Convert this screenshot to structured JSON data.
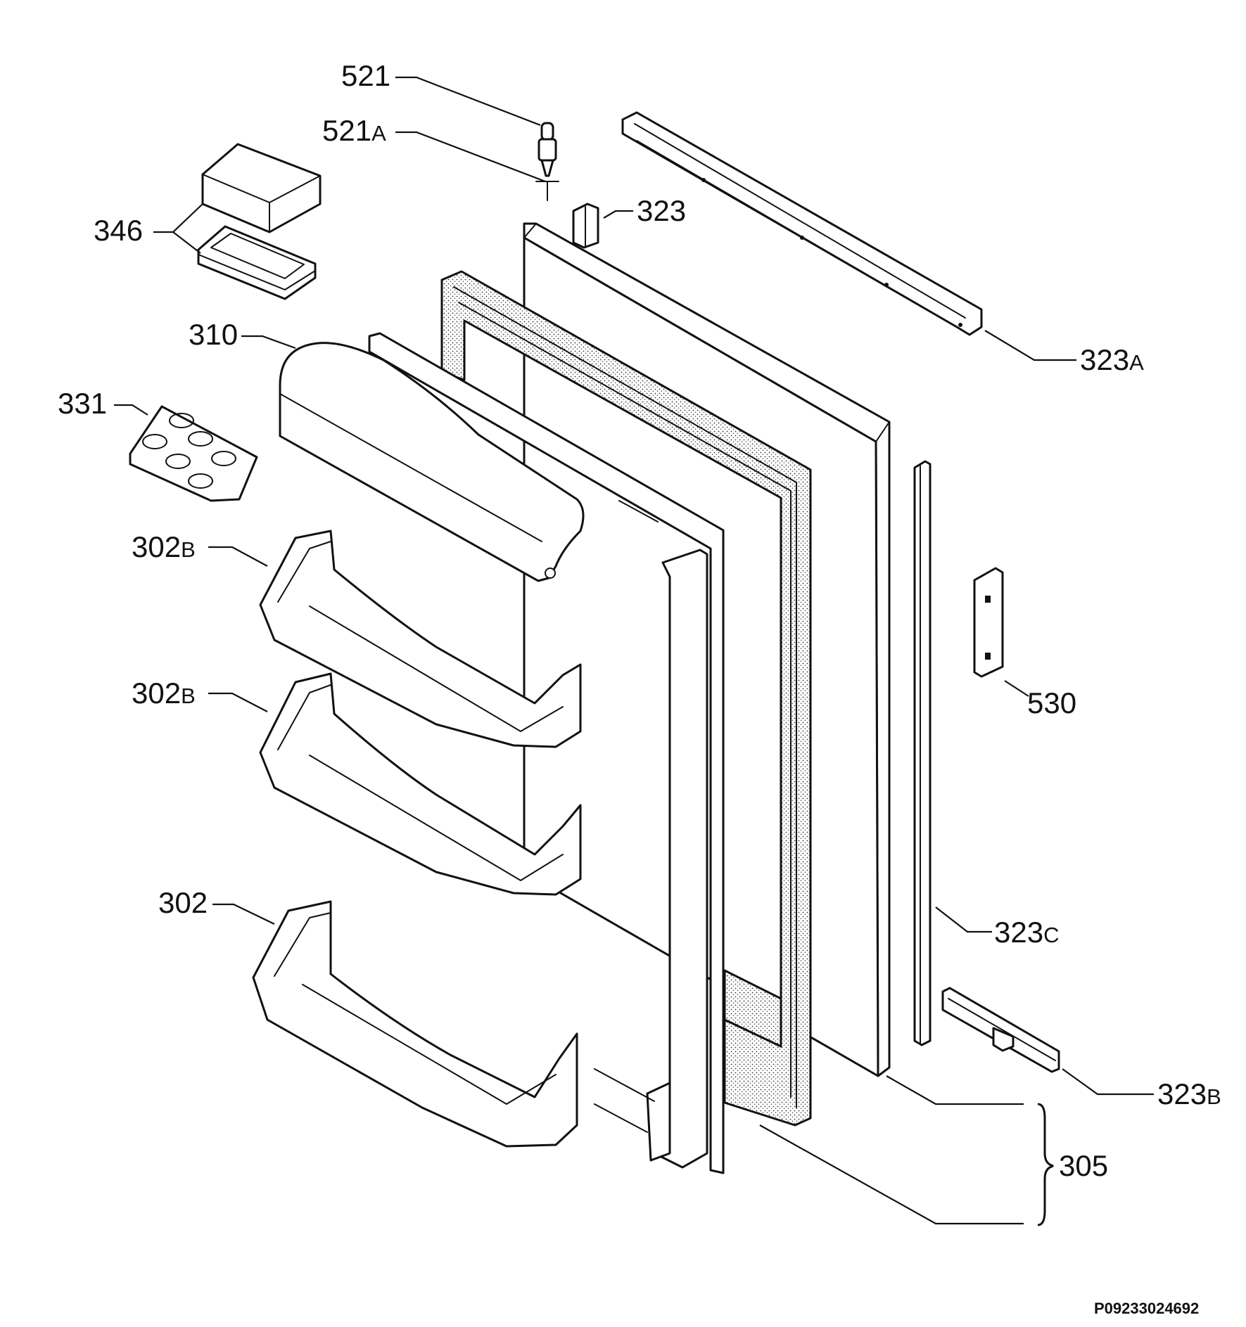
{
  "labels": {
    "l521": "521",
    "l521a_num": "521",
    "l521a_sfx": "A",
    "l323": "323",
    "l346": "346",
    "l323a_num": "323",
    "l323a_sfx": "A",
    "l310": "310",
    "l331": "331",
    "l302b1_num": "302",
    "l302b1_sfx": "B",
    "l302b2_num": "302",
    "l302b2_sfx": "B",
    "l530": "530",
    "l302": "302",
    "l323c_num": "323",
    "l323c_sfx": "C",
    "l323b_num": "323",
    "l323b_sfx": "B",
    "l305": "305"
  },
  "drawing_code": "P09233024692"
}
